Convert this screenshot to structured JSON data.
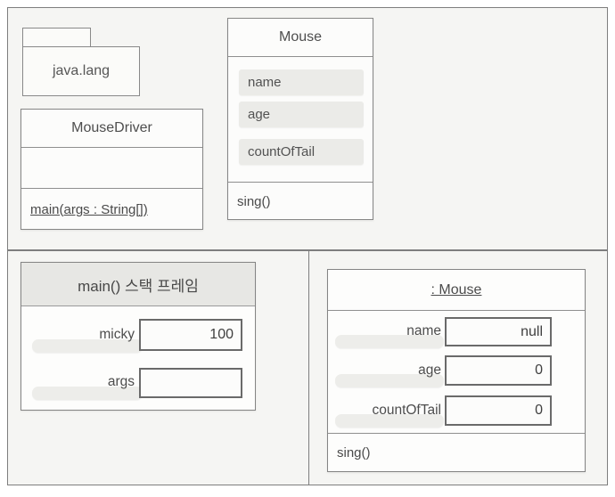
{
  "diagram": {
    "kind": "java-t-memory-uml-diagram",
    "package": {
      "name": "java.lang"
    },
    "class_mousedriver": {
      "title": "MouseDriver",
      "method": "main(args : String[])"
    },
    "class_mouse": {
      "title": "Mouse",
      "attributes": [
        "name",
        "age",
        "countOfTail"
      ],
      "method": "sing()"
    },
    "stack_frame": {
      "title": "main() 스택 프레임",
      "vars": [
        {
          "name": "micky",
          "value": "100"
        },
        {
          "name": "args",
          "value": ""
        }
      ]
    },
    "heap_object": {
      "title": ": Mouse",
      "fields": [
        {
          "name": "name",
          "value": "null"
        },
        {
          "name": "age",
          "value": "0"
        },
        {
          "name": "countOfTail",
          "value": "0"
        }
      ],
      "method": "sing()"
    },
    "colors": {
      "region_fill": "#f5f5f3",
      "box_fill": "#fcfcfb",
      "border": "#7e7e7e",
      "header_fill": "#e7e7e4",
      "chip_fill": "#ebebe8",
      "text": "#4a4a4a"
    }
  }
}
